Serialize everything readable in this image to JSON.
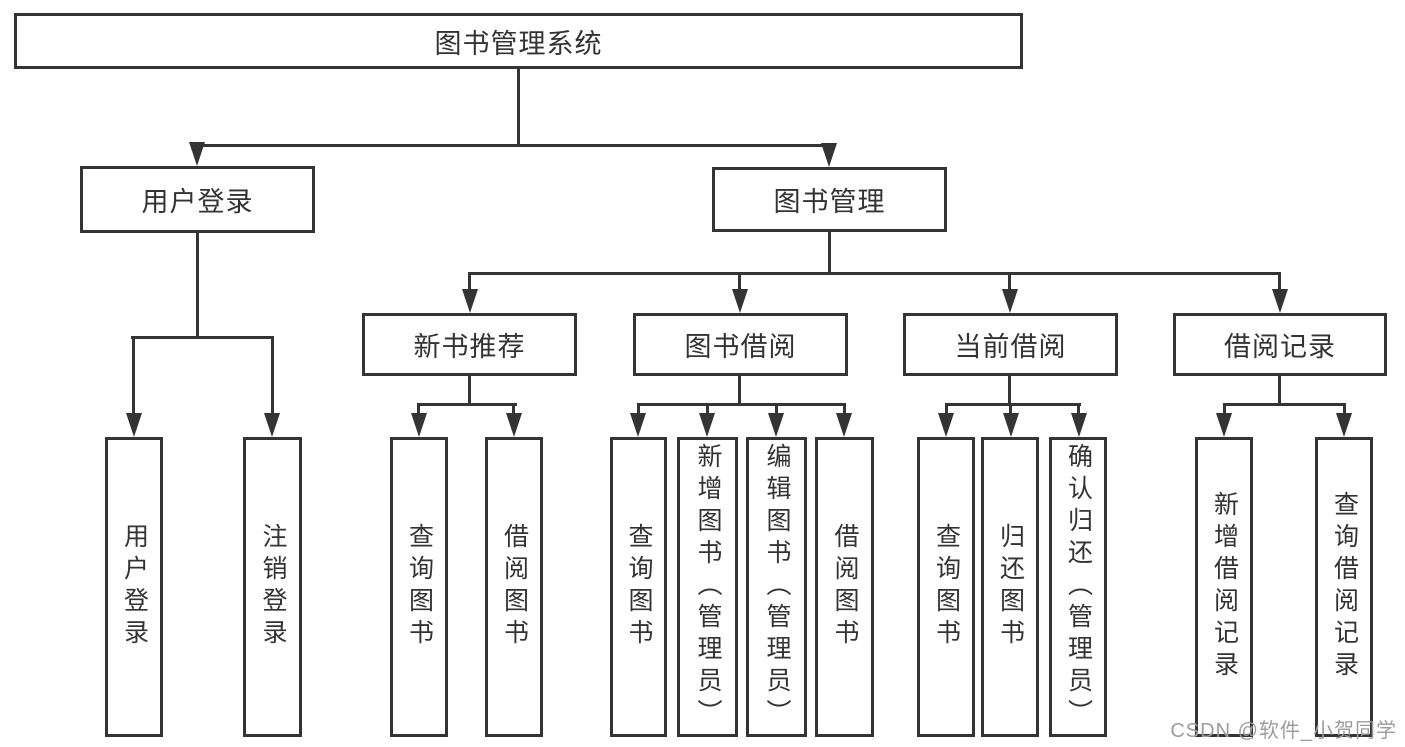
{
  "diagram": {
    "type": "hierarchy-tree",
    "colors": {
      "line": "#343434",
      "text": "#333333",
      "background": "#ffffff",
      "watermark": "#9c9c9c"
    }
  },
  "tree": {
    "root": {
      "label": "图书管理系统"
    },
    "level2": [
      {
        "label": "用户登录"
      },
      {
        "label": "图书管理"
      }
    ],
    "level3": [
      {
        "label": "新书推荐",
        "parent": "图书管理"
      },
      {
        "label": "图书借阅",
        "parent": "图书管理"
      },
      {
        "label": "当前借阅",
        "parent": "图书管理"
      },
      {
        "label": "借阅记录",
        "parent": "图书管理"
      }
    ],
    "leaves": [
      {
        "label": "用户登录",
        "parent": "用户登录"
      },
      {
        "label": "注销登录",
        "parent": "用户登录"
      },
      {
        "label": "查询图书",
        "parent": "新书推荐"
      },
      {
        "label": "借阅图书",
        "parent": "新书推荐"
      },
      {
        "label": "查询图书",
        "parent": "图书借阅"
      },
      {
        "label": "新增图书（管理员）",
        "parent": "图书借阅"
      },
      {
        "label": "编辑图书（管理员）",
        "parent": "图书借阅"
      },
      {
        "label": "借阅图书",
        "parent": "图书借阅"
      },
      {
        "label": "查询图书",
        "parent": "当前借阅"
      },
      {
        "label": "归还图书",
        "parent": "当前借阅"
      },
      {
        "label": "确认归还（管理员）",
        "parent": "当前借阅"
      },
      {
        "label": "新增借阅记录",
        "parent": "借阅记录"
      },
      {
        "label": "查询借阅记录",
        "parent": "借阅记录"
      }
    ]
  },
  "watermark": {
    "text": "CSDN @软件_小贺同学"
  }
}
